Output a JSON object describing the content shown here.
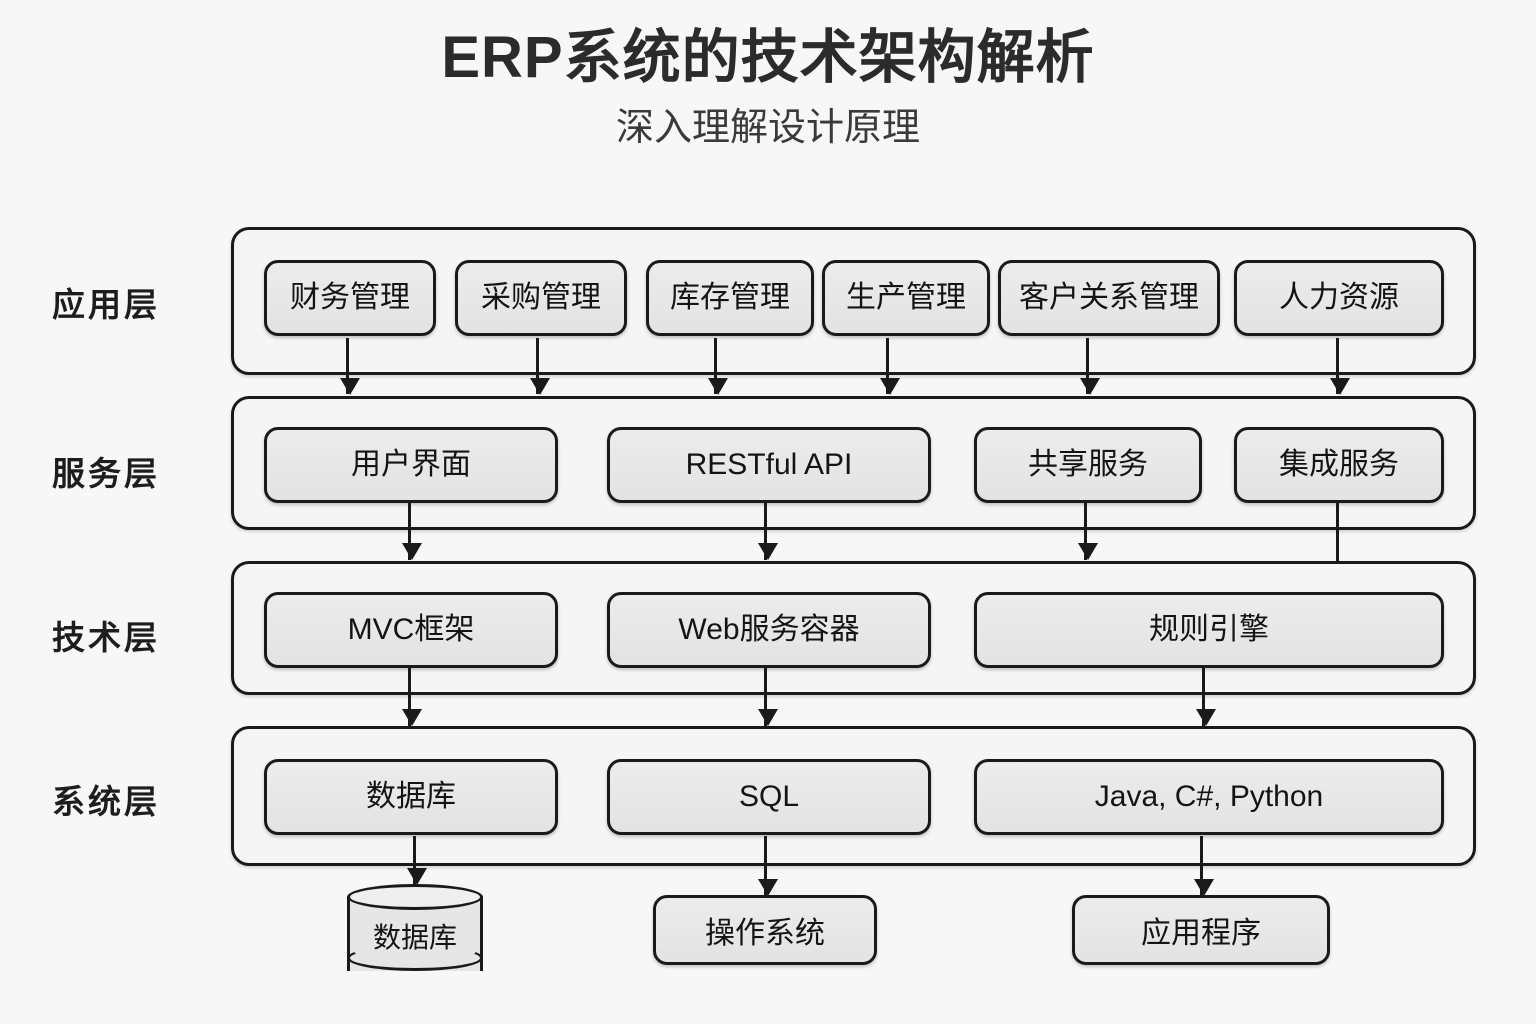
{
  "header": {
    "title": "ERP系统的技术架构解析",
    "subtitle": "深入理解设计原理"
  },
  "layers": [
    {
      "label": "应用层",
      "nodes": [
        {
          "text": "财务管理"
        },
        {
          "text": "采购管理"
        },
        {
          "text": "库存管理"
        },
        {
          "text": "生产管理"
        },
        {
          "text": "客户关系管理"
        },
        {
          "text": "人力资源"
        }
      ]
    },
    {
      "label": "服务层",
      "nodes": [
        {
          "text": "用户界面"
        },
        {
          "text": "RESTful API"
        },
        {
          "text": "共享服务"
        },
        {
          "text": "集成服务"
        }
      ]
    },
    {
      "label": "技术层",
      "nodes": [
        {
          "text": "MVC框架"
        },
        {
          "text": "Web服务容器"
        },
        {
          "text": "规则引擎"
        }
      ]
    },
    {
      "label": "系统层",
      "nodes": [
        {
          "text": "数据库"
        },
        {
          "text": "SQL"
        },
        {
          "text": "Java, C#, Python"
        }
      ]
    }
  ],
  "terminals": [
    {
      "text": "数据库",
      "shape": "cylinder"
    },
    {
      "text": "操作系统",
      "shape": "box"
    },
    {
      "text": "应用程序",
      "shape": "box"
    }
  ],
  "colors": {
    "background": "#f7f7f7",
    "band_fill": "#f5f5f5",
    "node_fill": "#e6e6e6",
    "stroke": "#1a1a1a",
    "text": "#141414",
    "title": "#2b2b2b"
  }
}
